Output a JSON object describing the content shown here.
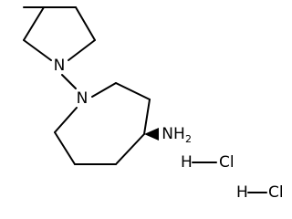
{
  "molecule": {
    "atoms": {
      "n_top": "N",
      "n_bottom": "N",
      "amine": "NH",
      "amine_subscript": "2"
    },
    "salts": [
      {
        "h": "H",
        "cl": "Cl"
      },
      {
        "h": "H",
        "cl": "Cl"
      }
    ],
    "stereo": {
      "amine_bond": "wedge"
    },
    "colors": {
      "bond": "#000000",
      "text": "#000000",
      "background": "#ffffff"
    }
  }
}
